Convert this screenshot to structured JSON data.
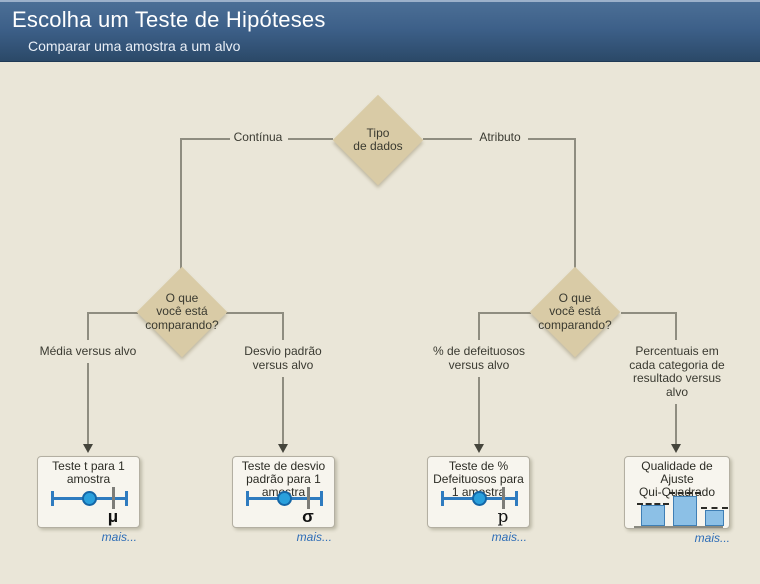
{
  "header": {
    "title": "Escolha um Teste de Hipóteses",
    "subtitle": "Comparar uma amostra a um alvo"
  },
  "decisions": {
    "root": "Tipo\nde dados",
    "left": "O que\nvocê está\ncomparando?",
    "right": "O que\nvocê está\ncomparando?"
  },
  "branches": {
    "continuous": "Contínua",
    "attribute": "Atributo",
    "mean": "Média versus alvo",
    "stdev": "Desvio padrão\nversus alvo",
    "pct_defective": "% de defeituosos\nversus alvo",
    "categories": "Percentuais em\ncada categoria de\nresultado versus\nalvo"
  },
  "tests": [
    {
      "name": "Teste t para 1\namostra",
      "symbol": "μ",
      "icon": "dotplot-target-icon",
      "more": "mais..."
    },
    {
      "name": "Teste de desvio\npadrão para 1\namostra",
      "symbol": "σ",
      "icon": "dotplot-target-icon",
      "more": "mais..."
    },
    {
      "name": "Teste de %\nDefeituosos para\n1 amostra",
      "symbol": "p",
      "icon": "dotplot-target-icon",
      "more": "mais..."
    },
    {
      "name": "Qualidade de\nAjuste\nQui-Quadrado",
      "symbol": "",
      "icon": "bar-chart-target-icon",
      "more": "mais..."
    }
  ],
  "colors": {
    "header_top": "#4c6f96",
    "header_bottom": "#2b4968",
    "background": "#eae6d8",
    "diamond_fill": "#d9cba6",
    "connector_line": "#8f8d80",
    "link_blue": "#2e6db7",
    "icon_blue": "#2e7bbf",
    "dot_fill": "#2aa0dc",
    "bar_fill": "#8cc0e6"
  }
}
